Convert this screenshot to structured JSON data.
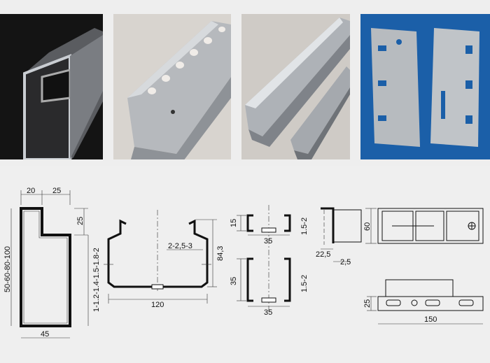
{
  "photos": [
    {
      "icon": "steel-tube-profile-photo"
    },
    {
      "icon": "slotted-rail-profile-photo"
    },
    {
      "icon": "c-channel-rails-photo"
    },
    {
      "icon": "bracket-plates-photo"
    }
  ],
  "dims": {
    "d1": {
      "w20": "20",
      "w25": "25",
      "h25": "25",
      "height": "50-60-80-100",
      "w45": "45",
      "thk": "1-1.2-1.4-1.5-1.8-2"
    },
    "d2": {
      "hole": "2-2,5-3",
      "h84": "84,3",
      "w120": "120"
    },
    "d3": {
      "h15": "15",
      "thk_top": "1.5-2",
      "w35_top": "35",
      "h35": "35",
      "thk_bot": "1.5-2",
      "w35_bot": "35"
    },
    "d4": {
      "w22": "22,5",
      "t25": "2,5",
      "h60": "60",
      "h25": "25",
      "w150": "150"
    }
  },
  "colors": {
    "photo_bg_dark": "#111111",
    "photo_bg_light": "#d8d4cf",
    "photo_bg_blue": "#1b5fa8",
    "steel": "#b9bcc0"
  }
}
